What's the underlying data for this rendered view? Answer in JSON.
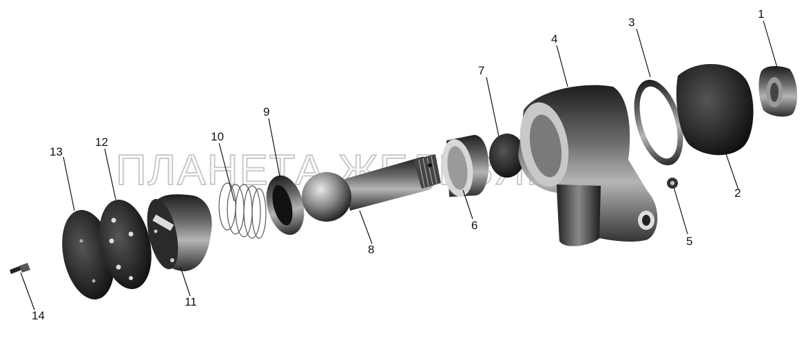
{
  "watermark": "ПЛАНЕТА ЖЕЛЕЗЯКА",
  "callouts": [
    {
      "id": "1",
      "text": "1"
    },
    {
      "id": "2",
      "text": "2"
    },
    {
      "id": "3",
      "text": "3"
    },
    {
      "id": "4",
      "text": "4"
    },
    {
      "id": "5",
      "text": "5"
    },
    {
      "id": "6",
      "text": "6"
    },
    {
      "id": "7",
      "text": "7"
    },
    {
      "id": "8",
      "text": "8"
    },
    {
      "id": "9",
      "text": "9"
    },
    {
      "id": "10",
      "text": "10"
    },
    {
      "id": "11",
      "text": "11"
    },
    {
      "id": "12",
      "text": "12"
    },
    {
      "id": "13",
      "text": "13"
    },
    {
      "id": "14",
      "text": "14"
    }
  ]
}
